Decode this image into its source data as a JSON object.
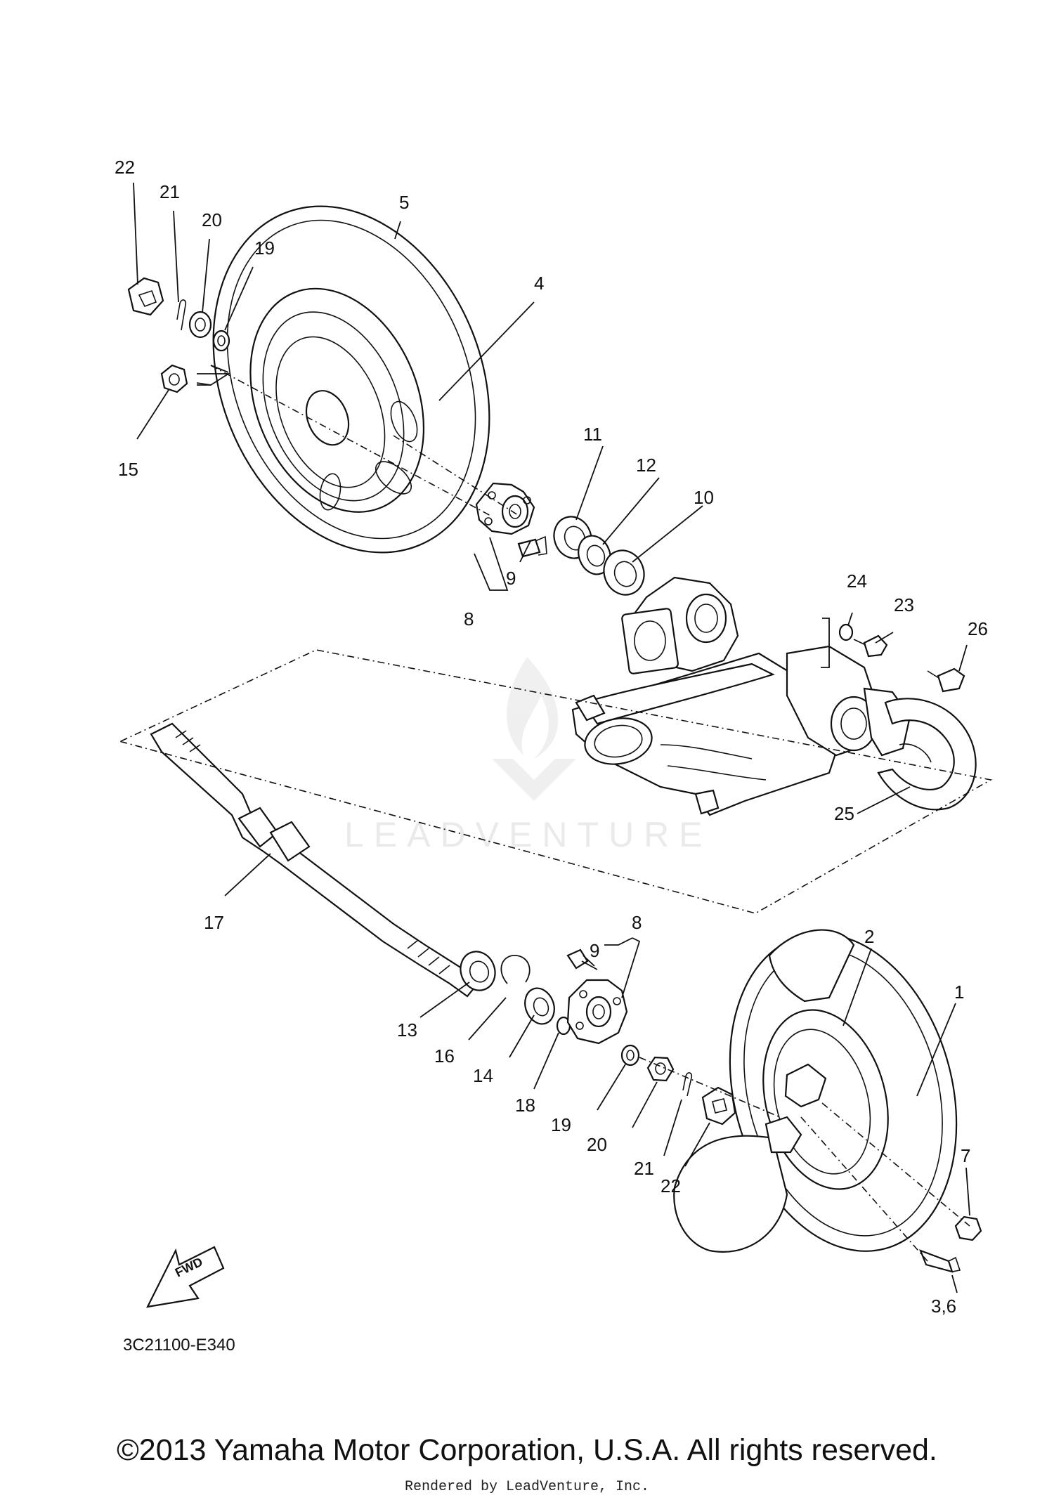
{
  "diagram_code": "3C21100-E340",
  "fwd_label": "FWD",
  "watermark": "LEADVENTURE",
  "copyright": "©2013 Yamaha Motor Corporation, U.S.A. All rights reserved.",
  "rendered_by": "Rendered by LeadVenture, Inc.",
  "callouts": {
    "c1": "1",
    "c2": "2",
    "c36": "3,6",
    "c4": "4",
    "c5": "5",
    "c7": "7",
    "c8a": "8",
    "c8b": "8",
    "c9a": "9",
    "c9b": "9",
    "c10": "10",
    "c11": "11",
    "c12": "12",
    "c13": "13",
    "c14": "14",
    "c15": "15",
    "c16": "16",
    "c17": "17",
    "c18": "18",
    "c19a": "19",
    "c19b": "19",
    "c20a": "20",
    "c20b": "20",
    "c21a": "21",
    "c21b": "21",
    "c22a": "22",
    "c22b": "22",
    "c23": "23",
    "c24": "24",
    "c25": "25",
    "c26": "26"
  }
}
